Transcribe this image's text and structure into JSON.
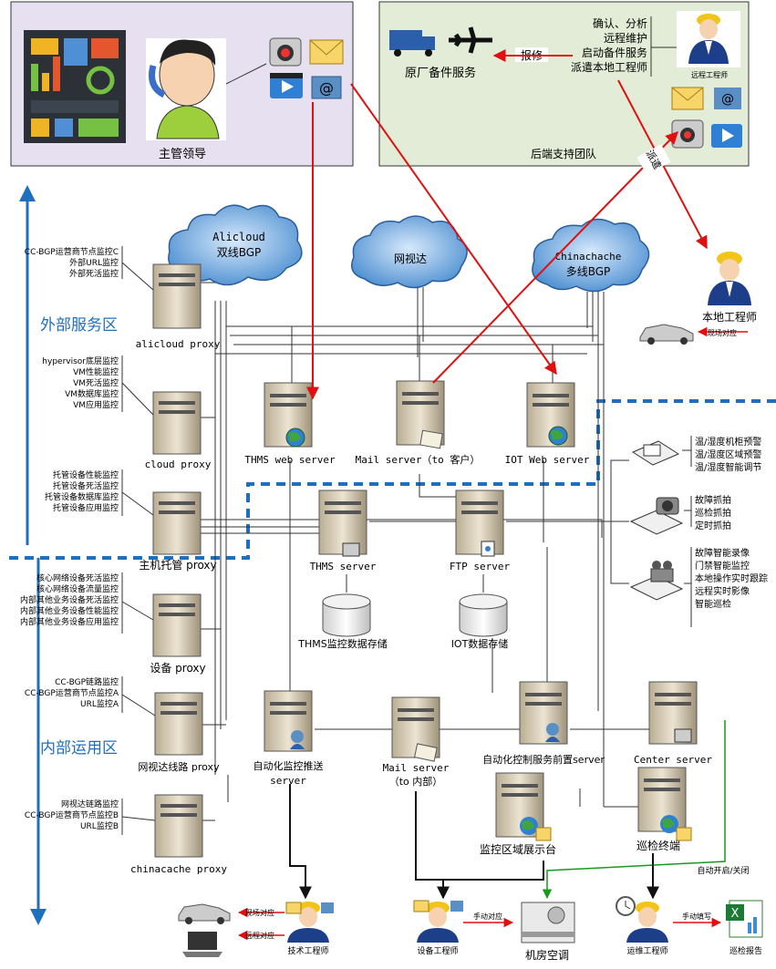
{
  "panels": {
    "leader_caption": "主管领导",
    "support_caption": "后端支持团队",
    "remote_engineer_caption": "远程工程师",
    "remote_tasks": [
      "确认、分析",
      "远程维护",
      "启动备件服务",
      "派遣本地工程师"
    ],
    "spare_service_caption": "原厂备件服务",
    "report_repair": "报修",
    "dispatch": "派遣"
  },
  "clouds": {
    "alicloud": [
      "Alicloud",
      "双线BGP"
    ],
    "wangshida": [
      "网视达"
    ],
    "chinacache": [
      "Chinachache",
      "多线BGP"
    ]
  },
  "zones": {
    "external": "外部服务区",
    "internal": "内部运用区"
  },
  "proxies": [
    {
      "caption": "alicloud proxy",
      "notes": [
        "CC-BGP运营商节点监控C",
        "外部URL监控",
        "外部死活监控"
      ]
    },
    {
      "caption": "cloud proxy",
      "notes": [
        "hypervisor底层监控",
        "VM性能监控",
        "VM死活监控",
        "VM数据库监控",
        "VM应用监控"
      ]
    },
    {
      "caption": "主机托管 proxy",
      "notes": [
        "托管设备性能监控",
        "托管设备死活监控",
        "托管设备数据库监控",
        "托管设备应用监控"
      ]
    },
    {
      "caption": "设备 proxy",
      "notes": [
        "核心网络设备死活监控",
        "核心网络设备流量监控",
        "内部其他业务设备死活监控",
        "内部其他业务设备性能监控",
        "内部其他业务设备应用监控"
      ]
    },
    {
      "caption": "网视达线路 proxy",
      "notes": [
        "CC-BGP链路监控",
        "CC-BGP运营商节点监控A",
        "URL监控A"
      ]
    },
    {
      "caption": "chinacache proxy",
      "notes": [
        "网视达链路监控",
        "CC-BGP运营商节点监控B",
        "URL监控B"
      ]
    }
  ],
  "servers": {
    "thms_web": "THMS web server",
    "mail_customer": "Mail server（to 客户）",
    "iot_web": "IOT Web server",
    "thms": "THMS server",
    "ftp": "FTP server",
    "thms_storage": "THMS监控数据存储",
    "iot_storage": "IOT数据存储",
    "auto_push": [
      "自动化监控推送",
      "server"
    ],
    "mail_internal": [
      "Mail server",
      "（to 内部）"
    ],
    "auto_control": "自动化控制服务前置server",
    "center": "Center server",
    "monitor_display": "监控区域展示台",
    "patrol_terminal": "巡检终端"
  },
  "local_engineer": {
    "caption": "本地工程师",
    "note": "现场对应"
  },
  "devices": [
    {
      "lines": [
        "温/湿度机柜预警",
        "温/湿度区域预警",
        "温/湿度智能调节"
      ]
    },
    {
      "lines": [
        "故障抓拍",
        "巡检抓拍",
        "定时抓拍"
      ]
    },
    {
      "lines": [
        "故障智能录像",
        "门禁智能监控",
        "本地操作实时跟踪",
        "远程实时影像",
        "智能巡检"
      ]
    }
  ],
  "bottom": {
    "tech_engineer": "技术工程师",
    "onsite": "现场对应",
    "remote": "远程对应",
    "device_engineer": "设备工程师",
    "manual_response": "手动对应",
    "aircon": "机房空调",
    "auto_switch": "自动开启/关闭",
    "ops_engineer": "运维工程师",
    "manual_fill": "手动填写",
    "patrol_report": "巡检报告"
  }
}
